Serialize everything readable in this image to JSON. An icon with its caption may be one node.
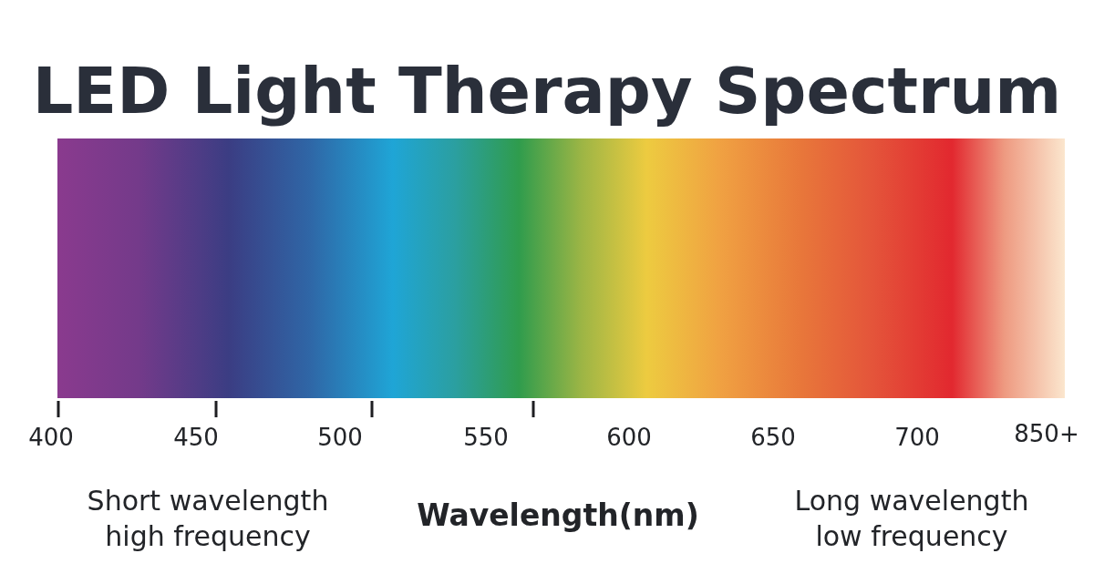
{
  "diagram": {
    "title": "LED Light Therapy Spectrum",
    "labels": [
      "400",
      "450",
      "500",
      "550",
      "600",
      "650",
      "700",
      "850+",
      "Short wavelength high frequency",
      "Wavelength(nm)",
      "Long wavelength low frequency"
    ]
  }
}
